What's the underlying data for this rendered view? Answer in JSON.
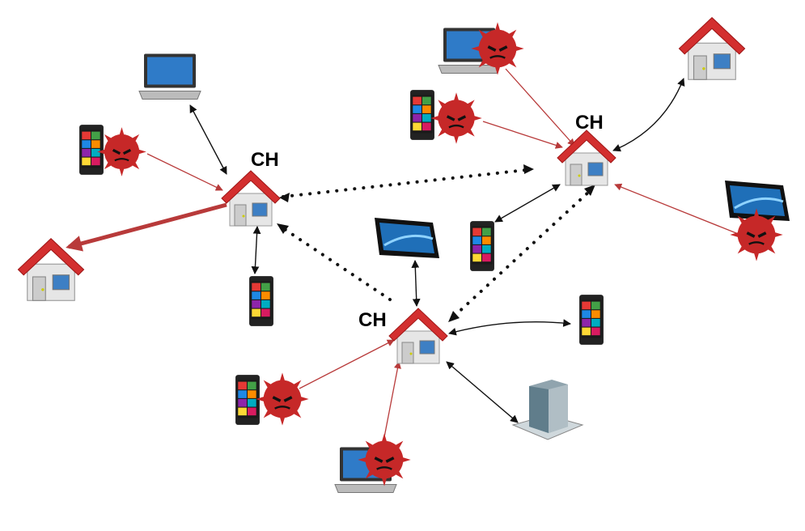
{
  "diagram": {
    "cluster_heads": [
      {
        "label": "CH"
      },
      {
        "label": "CH"
      },
      {
        "label": "CH"
      }
    ],
    "colors": {
      "malicious_link": "#b83a3a",
      "normal_link": "#111111",
      "roof": "#d32f2f"
    }
  }
}
